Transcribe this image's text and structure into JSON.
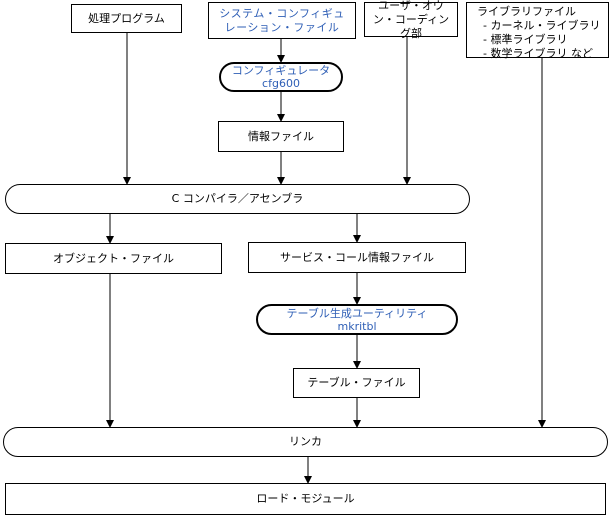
{
  "nodes": {
    "source_program": "処理プログラム",
    "system_config_file": "システム・コンフィギュレーション・ファイル",
    "user_own_coding": "ユーザ・オウン・コーディング部",
    "library_file": {
      "title": "ライブラリファイル",
      "items": [
        "- カーネル・ライブラリ",
        "- 標準ライブラリ",
        "- 数学ライブラリ など"
      ]
    },
    "configurator": {
      "name": "コンフィギュレータ",
      "command": "cfg600"
    },
    "info_file": "情報ファイル",
    "compiler": "C コンパイラ／アセンブラ",
    "object_file": "オブジェクト・ファイル",
    "service_call_info_file": "サービス・コール情報ファイル",
    "table_generator": {
      "name": "テーブル生成ユーティリティ",
      "command": "mkritbl"
    },
    "table_file": "テーブル・ファイル",
    "linker": "リンカ",
    "load_module": "ロード・モジュール"
  },
  "colors": {
    "tool_text": "#2f5fb6",
    "line": "#000000"
  }
}
